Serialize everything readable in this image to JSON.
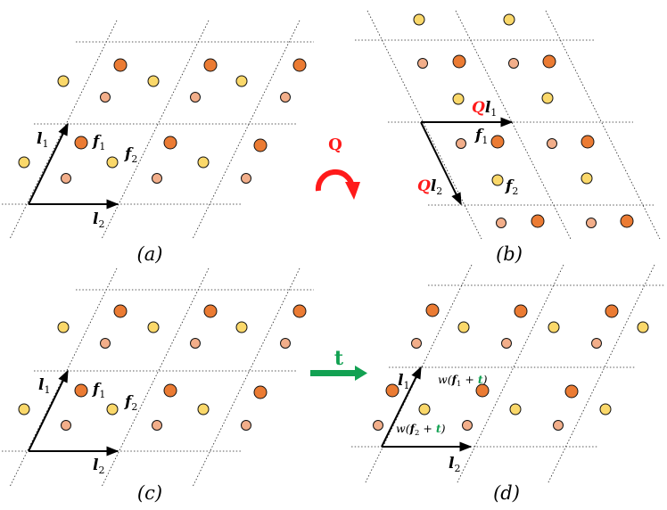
{
  "colors": {
    "yellow_atom": "#FAD86A",
    "light_orange_atom": "#F2AE8A",
    "orange_atom": "#EB7B33",
    "rotation_red": "#FF1A1A",
    "translation_green": "#12A152",
    "vector_label_black": "#000000"
  },
  "panels": {
    "a": {
      "caption": "(a)",
      "vec1": {
        "sym": "l",
        "sub": "1"
      },
      "vec2": {
        "sym": "l",
        "sub": "2"
      },
      "atom1": {
        "sym": "f",
        "sub": "1"
      },
      "atom2": {
        "sym": "f",
        "sub": "2"
      }
    },
    "b": {
      "caption": "(b)",
      "vec1": {
        "op": "Q",
        "sym": "l",
        "sub": "1"
      },
      "vec2": {
        "op": "Q",
        "sym": "l",
        "sub": "2"
      },
      "atom1": {
        "sym": "f",
        "sub": "1"
      },
      "atom2": {
        "sym": "f",
        "sub": "2"
      }
    },
    "c": {
      "caption": "(c)",
      "vec1": {
        "sym": "l",
        "sub": "1"
      },
      "vec2": {
        "sym": "l",
        "sub": "2"
      },
      "atom1": {
        "sym": "f",
        "sub": "1"
      },
      "atom2": {
        "sym": "f",
        "sub": "2"
      }
    },
    "d": {
      "caption": "(d)",
      "vec1": {
        "sym": "l",
        "sub": "1"
      },
      "vec2": {
        "sym": "l",
        "sub": "2"
      },
      "w1": {
        "pre": "w(",
        "sym": "f",
        "sub": "1",
        "plus": " + ",
        "t": "t",
        "post": ")"
      },
      "w2": {
        "pre": "w(",
        "sym": "f",
        "sub": "2",
        "plus": " + ",
        "t": "t",
        "post": ")"
      }
    }
  },
  "operators": {
    "rotation": "Q",
    "translation": "t"
  }
}
